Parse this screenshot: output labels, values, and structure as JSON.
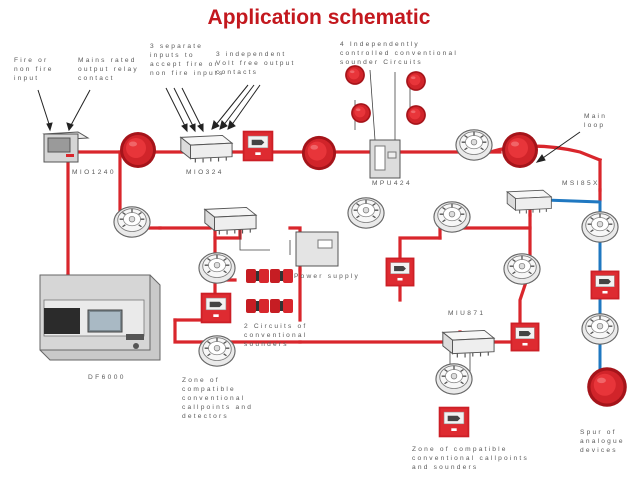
{
  "title": "Application schematic",
  "colors": {
    "title": "#c3181e",
    "loop": "#d9262c",
    "spur": "#1f78c1",
    "callpoint": "#d8262c",
    "label": "#5a5a5a",
    "panel": "#c9c9c9"
  },
  "labels": {
    "fire_input": "Fire or\nnon fire\ninput",
    "mains_relay": "Mains rated\noutput relay\ncontact",
    "separate_inputs": "3 separate\ninputs to\naccept fire or\nnon fire inputs",
    "volt_free": "3 independent\nVolt free output\ncontacts",
    "sounder_circuits": "4 Independently\ncontrolled conventional\nsounder Circuits",
    "main_loop": "Main\nloop",
    "power_supply": "Power supply",
    "two_circuits": "2 Circuits of\nconventional\nsounders",
    "zone_compatible": "Zone of\ncompatible\nconventional\ncallpoints and\ndetectors",
    "zone_callpoints": "Zone of compatible\nconventional callpoints\nand sounders",
    "spur_devices": "Spur of\nanalogue\ndevices"
  },
  "devices": {
    "mio1240": "MIO1240",
    "mio324": "MIO324",
    "mpu424": "MPU424",
    "msi85x": "MSI85X",
    "miu871": "MIU871",
    "df6000": "DF6000"
  },
  "icons": [
    "control-panel-icon",
    "detector-icon",
    "sounder-icon",
    "callpoint-icon",
    "module-icon",
    "power-supply-icon",
    "relay-box-icon"
  ]
}
